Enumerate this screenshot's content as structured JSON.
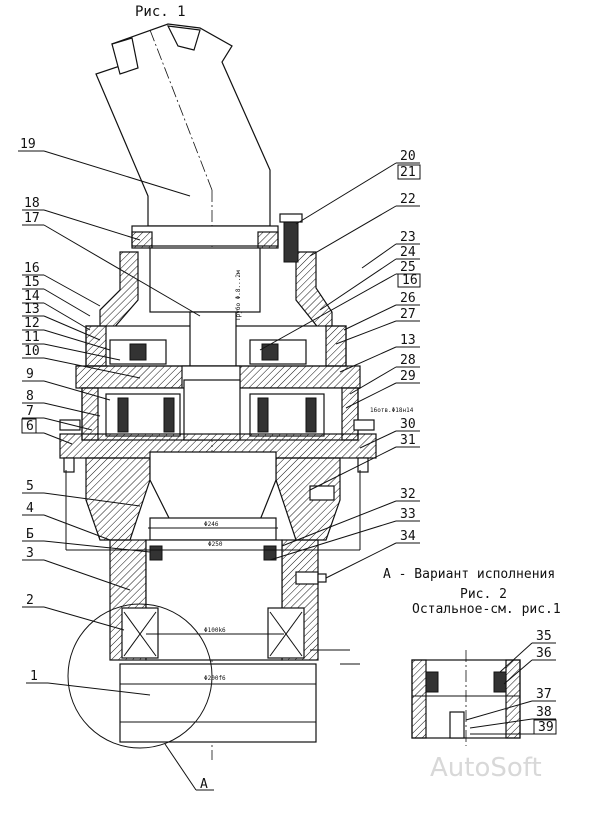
{
  "figure_title": "Рис. 1",
  "callouts_left": [
    "19",
    "18",
    "17",
    "16",
    "15",
    "14",
    "13",
    "12",
    "11",
    "10",
    "9",
    "8",
    "7",
    "6",
    "5",
    "4",
    "Б",
    "3",
    "2",
    "1"
  ],
  "callouts_right": [
    "20",
    "21",
    "22",
    "23",
    "24",
    "25",
    "16",
    "26",
    "27",
    "13",
    "28",
    "29",
    "30",
    "31",
    "32",
    "33",
    "34"
  ],
  "callouts_detail": [
    "35",
    "36",
    "37",
    "38",
    "39"
  ],
  "bottom_letter": "А",
  "variant": {
    "line1": "А - Вариант исполнения",
    "line2": "Рис. 2",
    "line3": "Остальное-см. рис.1"
  },
  "dimensions": {
    "d_246": "Φ246",
    "d_250": "Φ250",
    "d_100": "Φ100k6",
    "d_200": "Φ200f6",
    "holes": "16отв.Φ18н14",
    "shaft_label": "Трубо Φ.8...2м"
  },
  "watermark": "AutoSoft",
  "colors": {
    "line": "#111111",
    "watermark": "#d8d8d8",
    "background": "#ffffff"
  }
}
